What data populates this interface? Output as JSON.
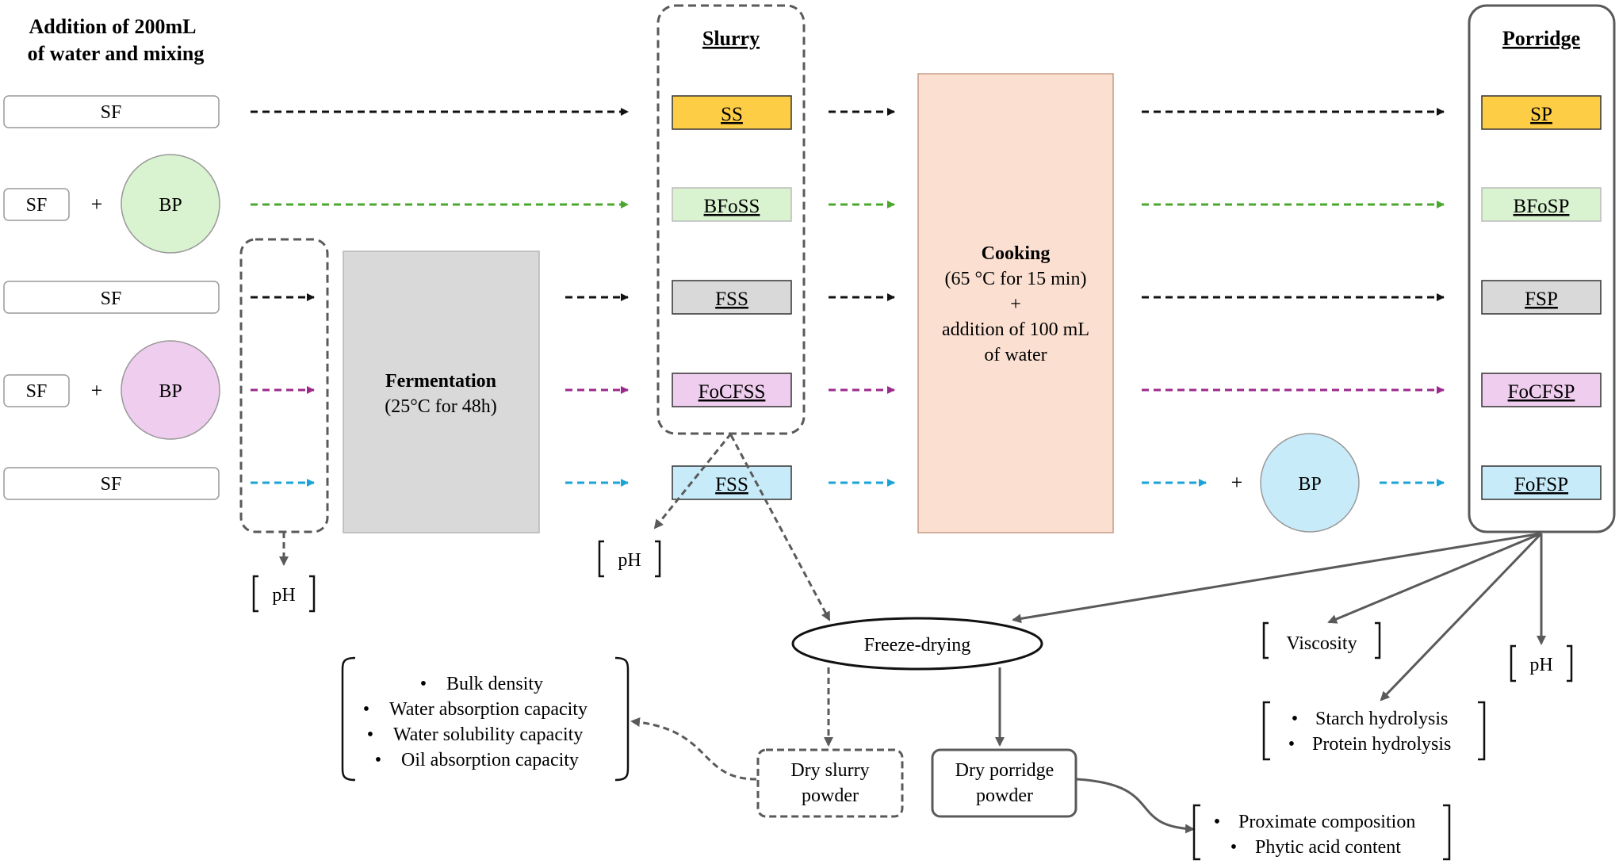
{
  "colors": {
    "black": "#111111",
    "green": "#4aa82e",
    "purple": "#9c2a8c",
    "blue": "#1aa3d6",
    "grey_line": "#5a5a5a",
    "yellow_box": "#fdcd46",
    "green_box": "#d9f2d0",
    "grey_box": "#d9d9d9",
    "pink_box": "#efcdee",
    "blue_box": "#c8ebf9",
    "fermentation_bg": "#d9d9d9",
    "cooking_bg": "#fbe0d2",
    "bp_green": "#d9f2d0",
    "bp_pink": "#efcdee",
    "bp_blue": "#c8ebf9"
  },
  "header": {
    "line1": "Addition of 200mL",
    "line2": "of water and mixing"
  },
  "rows": [
    {
      "sf": "SF",
      "plus": "",
      "bp": ""
    },
    {
      "sf": "SF",
      "plus": "+",
      "bp": "BP"
    },
    {
      "sf": "SF",
      "plus": "",
      "bp": ""
    },
    {
      "sf": "SF",
      "plus": "+",
      "bp": "BP"
    },
    {
      "sf": "SF",
      "plus": "",
      "bp": ""
    }
  ],
  "fermentation": {
    "title": "Fermentation",
    "detail": "(25°C for 48h)"
  },
  "slurry": {
    "title": "Slurry",
    "items": [
      "SS",
      "BFoSS",
      "FSS",
      "FoCFSS",
      "FSS"
    ]
  },
  "cooking": {
    "title": "Cooking",
    "line1": "(65 °C for 15 min)",
    "line2": "+",
    "line3": "addition of 100 mL",
    "line4": "of water"
  },
  "porridge": {
    "title": "Porridge",
    "items": [
      "SP",
      "BFoSP",
      "FSP",
      "FoCFSP",
      "FoFSP"
    ]
  },
  "late_addition": {
    "plus": "+",
    "bp": "BP"
  },
  "ph_labels": {
    "fermentation_ph": "pH",
    "slurry_ph": "pH",
    "porridge_ph": "pH"
  },
  "freeze_drying": "Freeze-drying",
  "dry_slurry": {
    "line1": "Dry slurry",
    "line2": "powder"
  },
  "dry_porridge": {
    "line1": "Dry porridge",
    "line2": "powder"
  },
  "functional_props": [
    "Bulk density",
    "Water absorption capacity",
    "Water solubility capacity",
    "Oil absorption capacity"
  ],
  "viscosity": "Viscosity",
  "hydrolysis": [
    "Starch hydrolysis",
    "Protein hydrolysis"
  ],
  "composition": [
    "Proximate composition",
    "Phytic acid content"
  ]
}
